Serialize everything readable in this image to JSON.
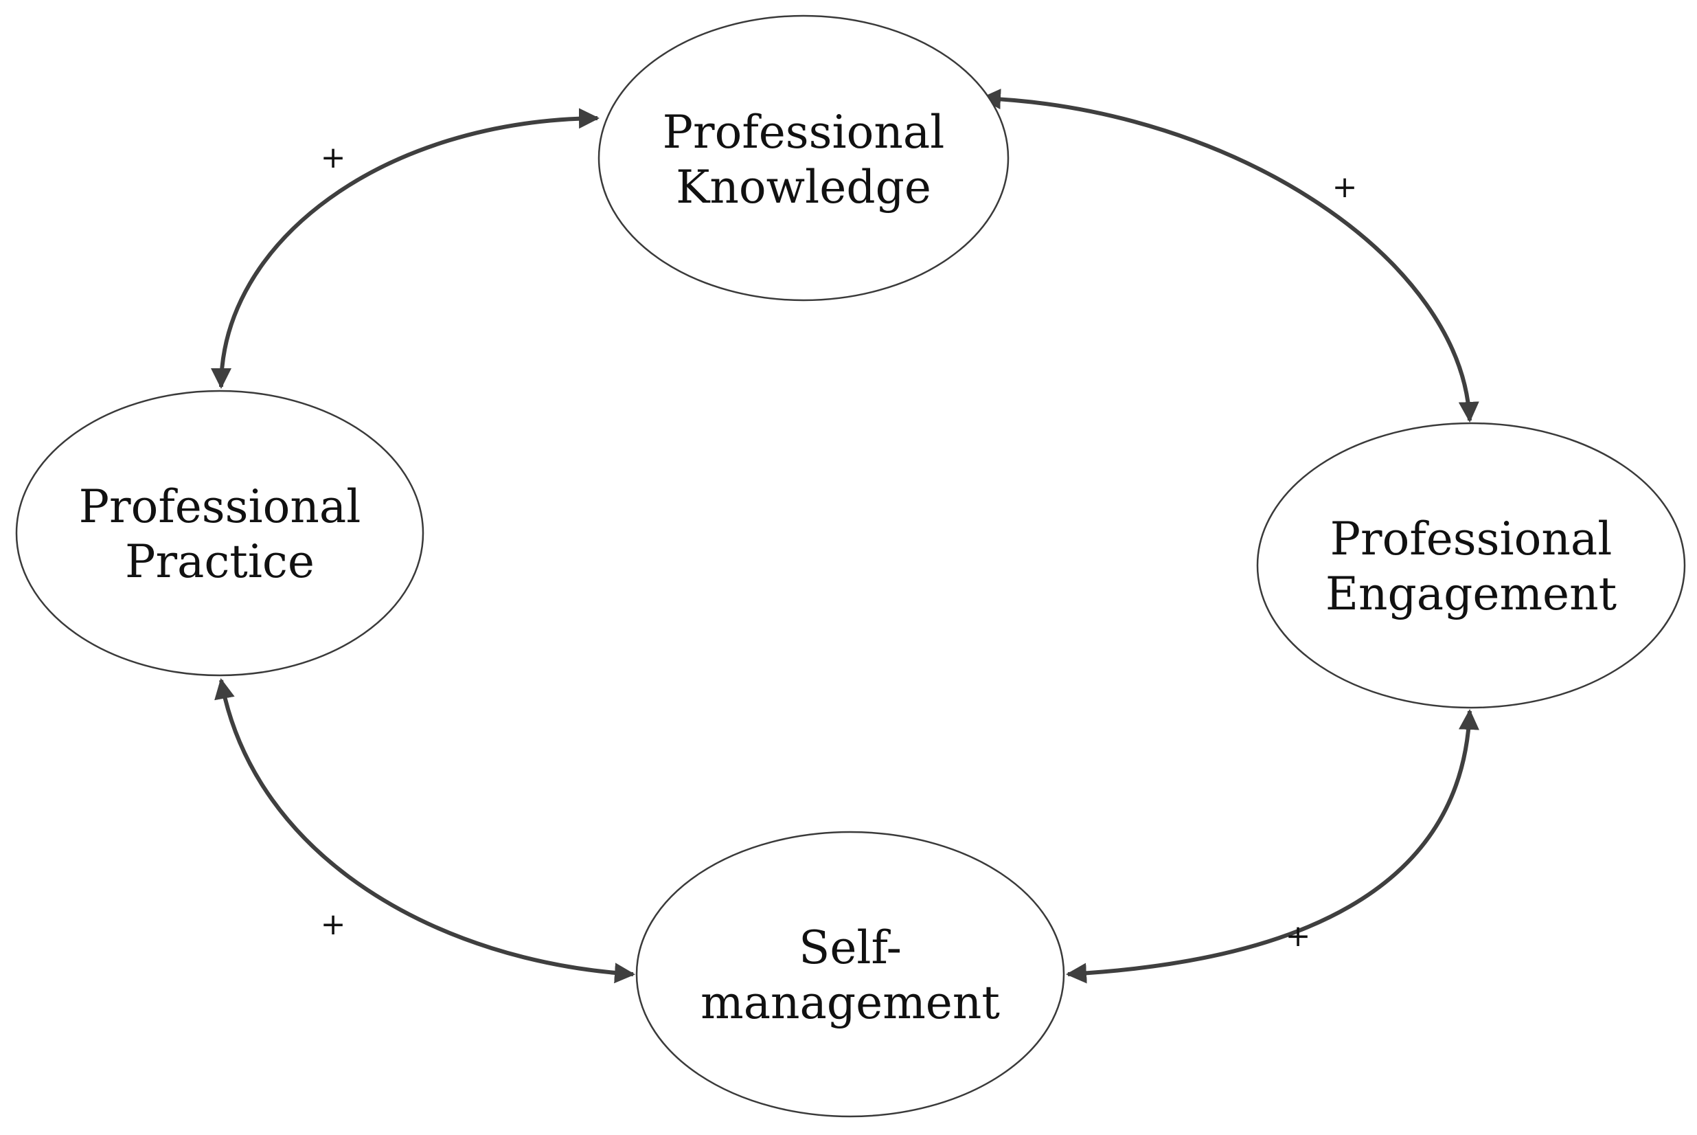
{
  "nodes": {
    "knowledge": {
      "line1": "Professional",
      "line2": "Knowledge"
    },
    "practice": {
      "line1": "Professional",
      "line2": "Practice"
    },
    "engagement": {
      "line1": "Professional",
      "line2": "Engagement"
    },
    "self": {
      "line1": "Self-",
      "line2": "management"
    }
  },
  "links": {
    "practice_knowledge": {
      "sign": "+"
    },
    "knowledge_engagement": {
      "sign": "+"
    },
    "practice_self": {
      "sign": "+"
    },
    "self_engagement": {
      "sign": "+"
    }
  },
  "colors": {
    "line": "#3f3f3f",
    "node_border": "#3a3a3a",
    "text": "#111111"
  }
}
